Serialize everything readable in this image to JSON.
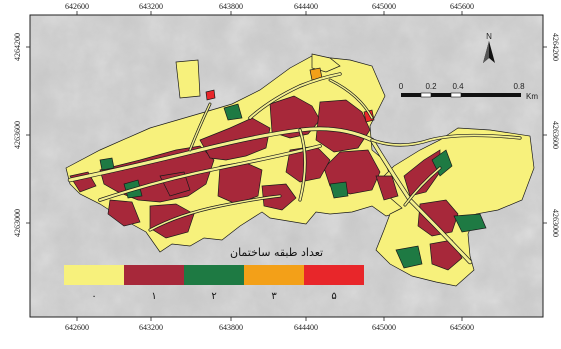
{
  "map": {
    "x_ticks": [
      "642600",
      "643200",
      "643800",
      "644400",
      "645000",
      "645600"
    ],
    "y_ticks_left": [
      "4264200",
      "4263600",
      "4263000"
    ],
    "y_ticks_right": [
      "4264200",
      "4263600",
      "4263000"
    ],
    "north_symbol": "N",
    "scale_bar": {
      "labels": [
        "0",
        "0.2",
        "0.4",
        "0.8"
      ],
      "unit": "Km"
    },
    "colors": {
      "background": "#c9c9c9",
      "hillshade_light": "#e2e2e2",
      "road": "#f3ef8d",
      "class_0": "#f7f17c",
      "class_1": "#a7283a",
      "class_2": "#1e7a43",
      "class_3": "#f3a018",
      "class_5": "#e8262a",
      "outline": "#1a1a1a"
    },
    "legend": {
      "title": "تعداد طبقه ساختمان",
      "items": [
        {
          "label": "٠",
          "color": "#f7f17c"
        },
        {
          "label": "١",
          "color": "#a7283a"
        },
        {
          "label": "٢",
          "color": "#1e7a43"
        },
        {
          "label": "٣",
          "color": "#f3a018"
        },
        {
          "label": "۵",
          "color": "#e8262a"
        }
      ]
    }
  }
}
